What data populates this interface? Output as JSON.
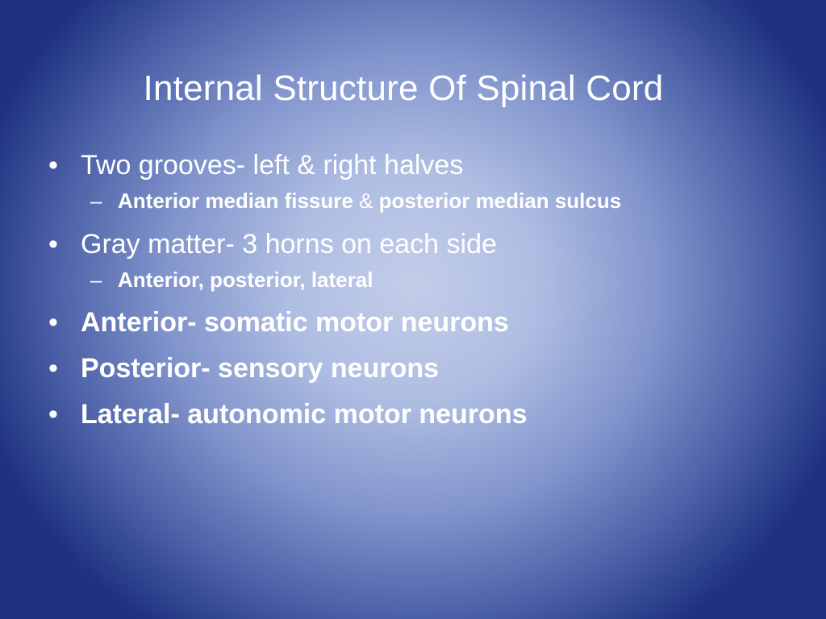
{
  "slide": {
    "title": "Internal Structure Of Spinal Cord",
    "bullet_symbol": "•",
    "dash_symbol": "–",
    "points": {
      "p1": "Two grooves- left & right halves",
      "p1_sub": {
        "part1": "Anterior median fissure",
        "joiner": " & ",
        "part2": "posterior median sulcus"
      },
      "p2": "Gray matter- 3 horns on each side",
      "p2_sub": "Anterior, posterior, lateral",
      "p3": "Anterior- somatic motor neurons",
      "p4": "Posterior- sensory neurons",
      "p5": "Lateral- autonomic motor neurons"
    }
  }
}
